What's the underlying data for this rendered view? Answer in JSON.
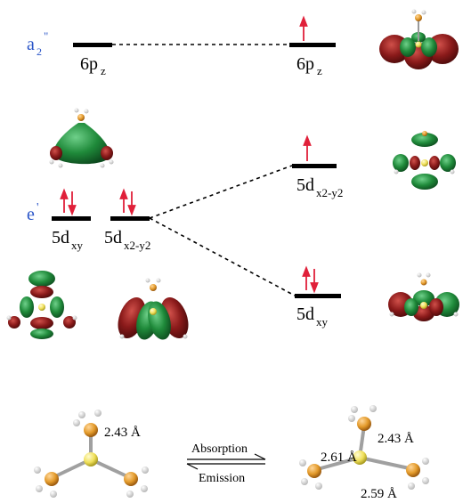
{
  "symmetry": {
    "a2": "a",
    "a2_sub": "2",
    "a2_sup": "\"",
    "e": "e",
    "e_sup": "'"
  },
  "levels": {
    "left_6p": {
      "main": "6p",
      "sub": "z"
    },
    "right_6p": {
      "main": "6p",
      "sub": "z"
    },
    "left_5dxy": {
      "main": "5d",
      "sub": "xy"
    },
    "left_5dx2y2": {
      "main": "5d",
      "sub": "x2-y2"
    },
    "right_5dx2y2": {
      "main": "5d",
      "sub": "x2-y2"
    },
    "right_5dxy": {
      "main": "5d",
      "sub": "xy"
    }
  },
  "structure": {
    "left_bond": "2.43 Å",
    "right_bond_top": "2.43 Å",
    "right_bond_left": "2.61 Å",
    "right_bond_bottom": "2.59 Å"
  },
  "arrows": {
    "absorption": "Absorption",
    "emission": "Emission"
  },
  "colors": {
    "orbital_green": "#1f8a3a",
    "orbital_red": "#8a1a1a",
    "spin_arrow": "#e0203a",
    "symmetry_label": "#2a55c8",
    "atom_gold": "#e39a2a",
    "atom_center": "#f0e05a"
  }
}
